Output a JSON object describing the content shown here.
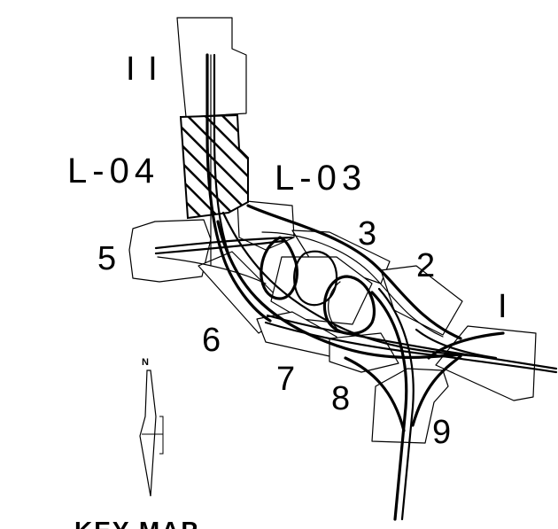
{
  "sheets": {
    "s11": "I I",
    "l04": "L-04",
    "l03": "L-03",
    "s1": "I",
    "s2": "2",
    "s3": "3",
    "s5": "5",
    "s6": "6",
    "s7": "7",
    "s8": "8",
    "s9": "9"
  },
  "highlighted_sheet": "L-04",
  "north_arrow": {
    "label": "N"
  },
  "key_map_title": "KEY MAP",
  "colors": {
    "ink": "#000000",
    "paper": "#ffffff"
  }
}
